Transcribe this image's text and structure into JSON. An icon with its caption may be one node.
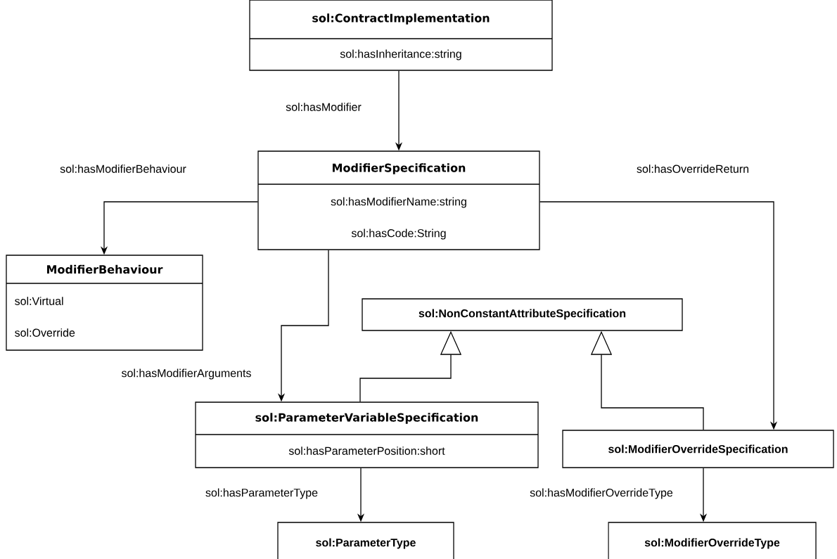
{
  "diagram": {
    "nodes": [
      {
        "text": [
          "sol:ContractImplementation",
          "sol:hasInheritance:string"
        ]
      },
      {
        "text": [
          "ModifierSpecification",
          "sol:hasModifierName:string",
          "sol:hasCode:String"
        ]
      },
      {
        "text": [
          "ModifierBehaviour",
          "sol:Virtual",
          "sol:Override"
        ]
      },
      {
        "text": [
          "sol:NonConstantAttributeSpecification"
        ]
      },
      {
        "text": [
          "sol:ParameterVariableSpecification",
          "sol:hasParameterPosition:short"
        ]
      },
      {
        "text": [
          "sol:ModifierOverrideSpecification"
        ]
      },
      {
        "text": [
          "sol:ParameterType"
        ]
      },
      {
        "text": [
          "sol:ModifierOverrideType"
        ]
      }
    ],
    "edges": [
      {
        "from": 0,
        "to": 1,
        "arrow": "to",
        "label": "sol:hasModifier"
      },
      {
        "from": 1,
        "to": 2,
        "arrow": "to",
        "label": "sol:hasModifierBehaviour"
      },
      {
        "from": 1,
        "to": 5,
        "arrow": "to",
        "label": "sol:hasOverrideReturn"
      },
      {
        "from": 1,
        "to": 4,
        "arrow": "to",
        "label": "sol:hasModifierArguments"
      },
      {
        "from": 4,
        "to": 3,
        "arrow": "to"
      },
      {
        "from": 5,
        "to": 3,
        "arrow": "to"
      },
      {
        "from": 4,
        "to": 6,
        "arrow": "to",
        "label": "sol:hasParameterType"
      },
      {
        "from": 5,
        "to": 7,
        "arrow": "to",
        "label": "sol:hasModifierOverrideType"
      }
    ]
  }
}
